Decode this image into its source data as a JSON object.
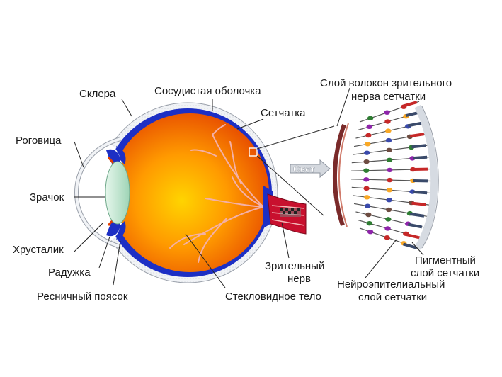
{
  "labels": {
    "sclera": "Склера",
    "choroid": "Сосудистая оболочка",
    "retina": "Сетчатка",
    "cornea": "Роговица",
    "pupil": "Зрачок",
    "lens": "Хрусталик",
    "iris": "Радужка",
    "ciliary_zonule": "Ресничный поясок",
    "optic_nerve_line1": "Зрительный",
    "optic_nerve_line2": "нерв",
    "vitreous_body": "Стекловидное тело",
    "nerve_fiber_layer_line1": "Слой волокон зрительного",
    "nerve_fiber_layer_line2": "нерва сетчатки",
    "pigment_layer_line1": "Пигментный",
    "pigment_layer_line2": "слой сетчатки",
    "neuroepithelial_layer_line1": "Нейроэпителиальный",
    "neuroepithelial_layer_line2": "слой сетчатки",
    "light": "Свет"
  },
  "colors": {
    "vitreous_inner": "#ffcc00",
    "vitreous_outer": "#e84a00",
    "choroid": "#1d2fc4",
    "sclera": "#f2f4f8",
    "lens": "#bfe6cf",
    "optic_nerve": "#c8102e",
    "vessels": "#f4a6a0"
  }
}
